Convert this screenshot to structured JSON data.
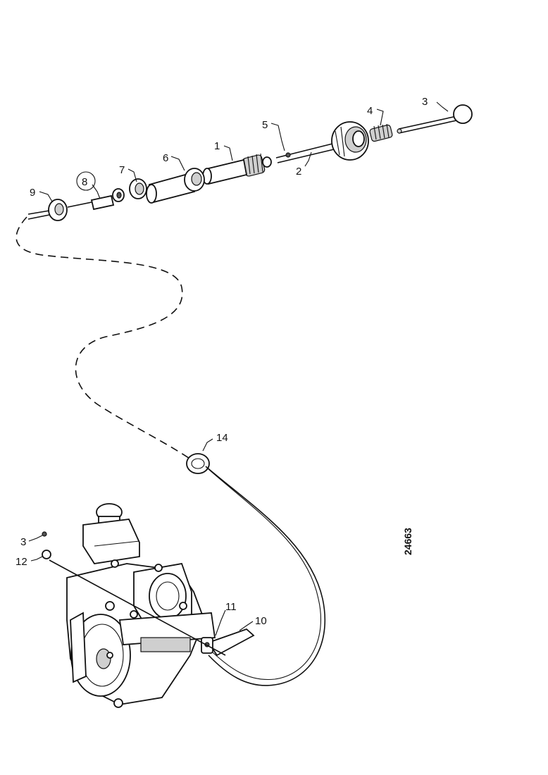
{
  "diagram": {
    "callouts": {
      "c1": "1",
      "c2": "2",
      "c3_top": "3",
      "c4": "4",
      "c5": "5",
      "c6": "6",
      "c7": "7",
      "c8": "8",
      "c9": "9",
      "c10": "10",
      "c11": "11",
      "c12": "12",
      "c3_bottom": "3",
      "c14": "14"
    },
    "reference_number": "24663"
  }
}
